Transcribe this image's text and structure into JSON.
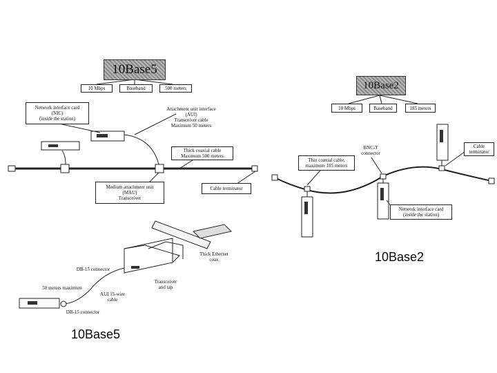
{
  "left_diagram": {
    "title": "10Base5",
    "specs": [
      "10 Mbps",
      "Baseband",
      "500 meters"
    ],
    "nic_label": "Network interface card\n(NIC)\n(inside the station)",
    "aui_label": "Attachment unit interface\n(AUI)\nTransceiver cable\nMaximum 50 meters",
    "coax_label": "Thick coaxial cable\nMaximum 500 meters",
    "mau_label": "Medium attachment unit\n(MAU)\nTransceiver",
    "terminator_label": "Cable terminator",
    "db15_top": "DB-15 connector",
    "max50": "50 meters maximum",
    "aui15": "AUI 15-wire\ncable",
    "db15_bottom": "DB-15 connector",
    "thick_coax": "Thick Ethernet\ncoax",
    "transceiver_tap": "Transceiver\nand tap",
    "caption": "10Base5"
  },
  "right_diagram": {
    "title": "10Base2",
    "specs": [
      "10 Mbps",
      "Baseband",
      "185 meters"
    ],
    "thin_coax": "Thin coaxial cable,\nmaximum 185 meters",
    "bnc": "BNC-T\nconnector",
    "terminator_label": "Cable\nterminator",
    "nic_label": "Network interface card\n(inside the station)",
    "caption": "10Base2"
  }
}
